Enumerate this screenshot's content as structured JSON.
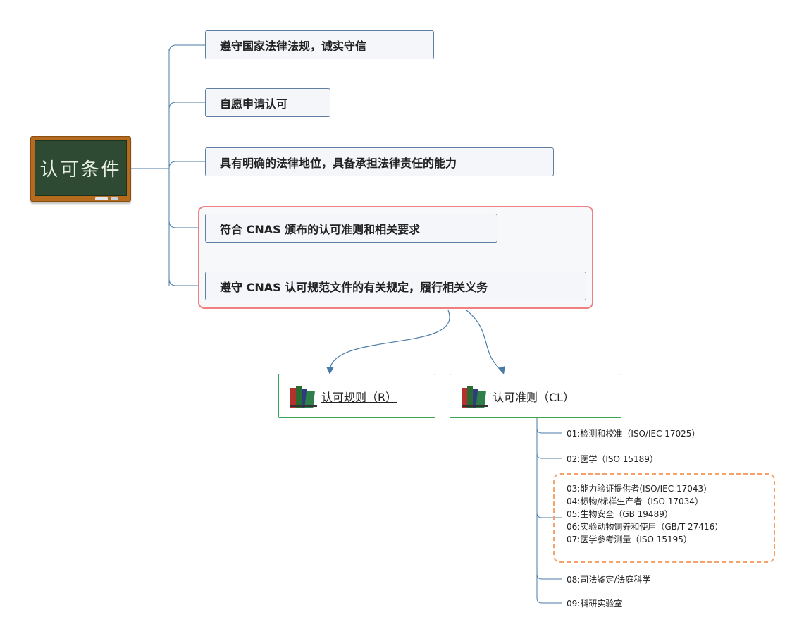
{
  "root": {
    "label": "认可条件"
  },
  "conditions": [
    {
      "label": "遵守国家法律法规，诚实守信"
    },
    {
      "label": "自愿申请认可"
    },
    {
      "label": "具有明确的法律地位，具备承担法律责任的能力"
    },
    {
      "label": "符合 CNAS 颁布的认可准则和相关要求"
    },
    {
      "label": "遵守 CNAS 认可规范文件的有关规定，履行相关义务"
    }
  ],
  "documents": {
    "rules_label": "认可规则（R）",
    "criteria_label": "认可准则（CL）",
    "icon": "books-icon"
  },
  "criteria_items": {
    "item01": "01:检测和校准（ISO/IEC 17025）",
    "item02": "02:医学（ISO 15189）",
    "group": [
      "03:能力验证提供者(ISO/IEC 17043)",
      "04:标物/标样生产者（ISO 17034）",
      "05:生物安全（GB 19489）",
      "06:实验动物饲养和使用（GB/T 27416）",
      "07:医学参考测量（ISO 15195）"
    ],
    "item08": "08:司法鉴定/法庭科学",
    "item09": "09:科研实验室"
  },
  "colors": {
    "topic_border": "#5f7fa3",
    "highlight_border": "#f07f82",
    "branch_border": "#3aa654",
    "group_border": "#f5a26b",
    "connector": "#4a7ba6"
  }
}
